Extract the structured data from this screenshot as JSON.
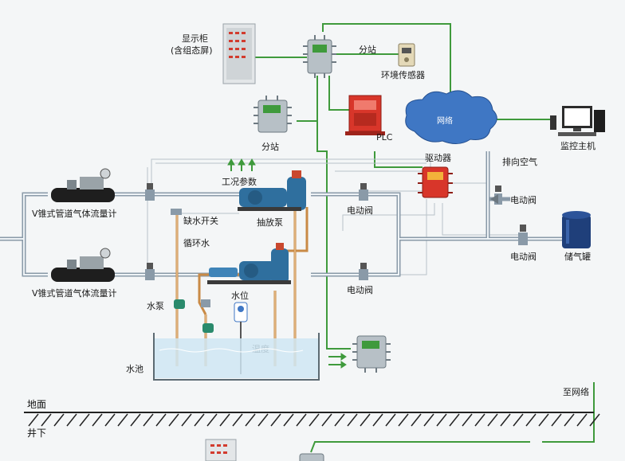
{
  "labels": {
    "display_cabinet_1": "显示柜",
    "display_cabinet_2": "(含组态屏)",
    "substation_top": "分站",
    "env_sensor": "环境传感器",
    "substation_mid": "分站",
    "plc": "PLC",
    "network": "网络",
    "monitor_host": "监控主机",
    "driver": "驱动器",
    "exhaust_air": "排向空气",
    "electric_valve_right": "电动阀",
    "electric_valve_upper": "电动阀",
    "electric_valve_lower_right": "电动阀",
    "electric_valve_lower": "电动阀",
    "gas_tank": "储气罐",
    "condition_params": "工况参数",
    "flowmeter_upper": "V锥式管道气体流量计",
    "flowmeter_lower": "V锥式管道气体流量计",
    "water_shortage_switch": "缺水开关",
    "extraction_pump": "抽放泵",
    "circulating_water": "循环水",
    "water_pump": "水泵",
    "water_level": "水位",
    "temperature": "温度",
    "water_pool": "水池",
    "ground": "地面",
    "underground": "井下",
    "to_network": "至网络"
  },
  "colors": {
    "green_wire": "#3f9a3c",
    "grey_pipe": "#8a9aa8",
    "orange_pipe": "#c98a46",
    "pump_blue": "#2f6f9e",
    "red_device": "#d8362a",
    "network_blue": "#3f77c4",
    "tank_navy": "#1f3f7a",
    "water": "#cfe6f3"
  },
  "icons": {
    "display_cabinet": "display-cabinet-icon",
    "substation": "substation-box-icon",
    "env_sensor": "environment-sensor-icon",
    "plc": "plc-cabinet-icon",
    "network": "cloud-network-icon",
    "monitor": "computer-monitor-icon",
    "driver": "driver-box-icon",
    "valve": "electric-valve-icon",
    "tank": "gas-tank-icon",
    "flowmeter": "flowmeter-icon",
    "pump": "vacuum-pump-icon",
    "arrows": "up-arrows-icon"
  }
}
